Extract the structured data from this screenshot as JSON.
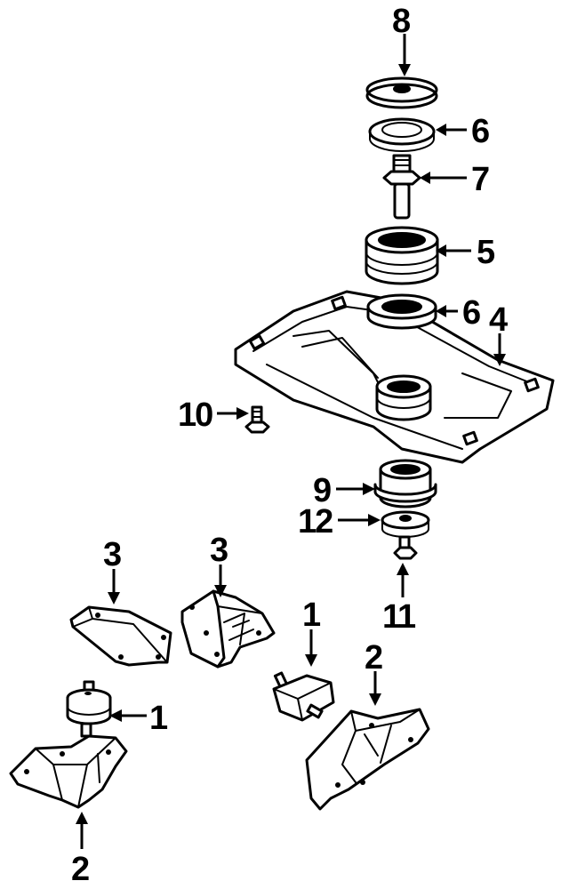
{
  "callouts": {
    "c8": "8",
    "c6_top": "6",
    "c7": "7",
    "c5": "5",
    "c6_mid": "6",
    "c4": "4",
    "c10": "10",
    "c9": "9",
    "c12": "12",
    "c11": "11",
    "c3_left": "3",
    "c3_right": "3",
    "c1_right": "1",
    "c1_left": "1",
    "c2_right": "2",
    "c2_left": "2"
  }
}
